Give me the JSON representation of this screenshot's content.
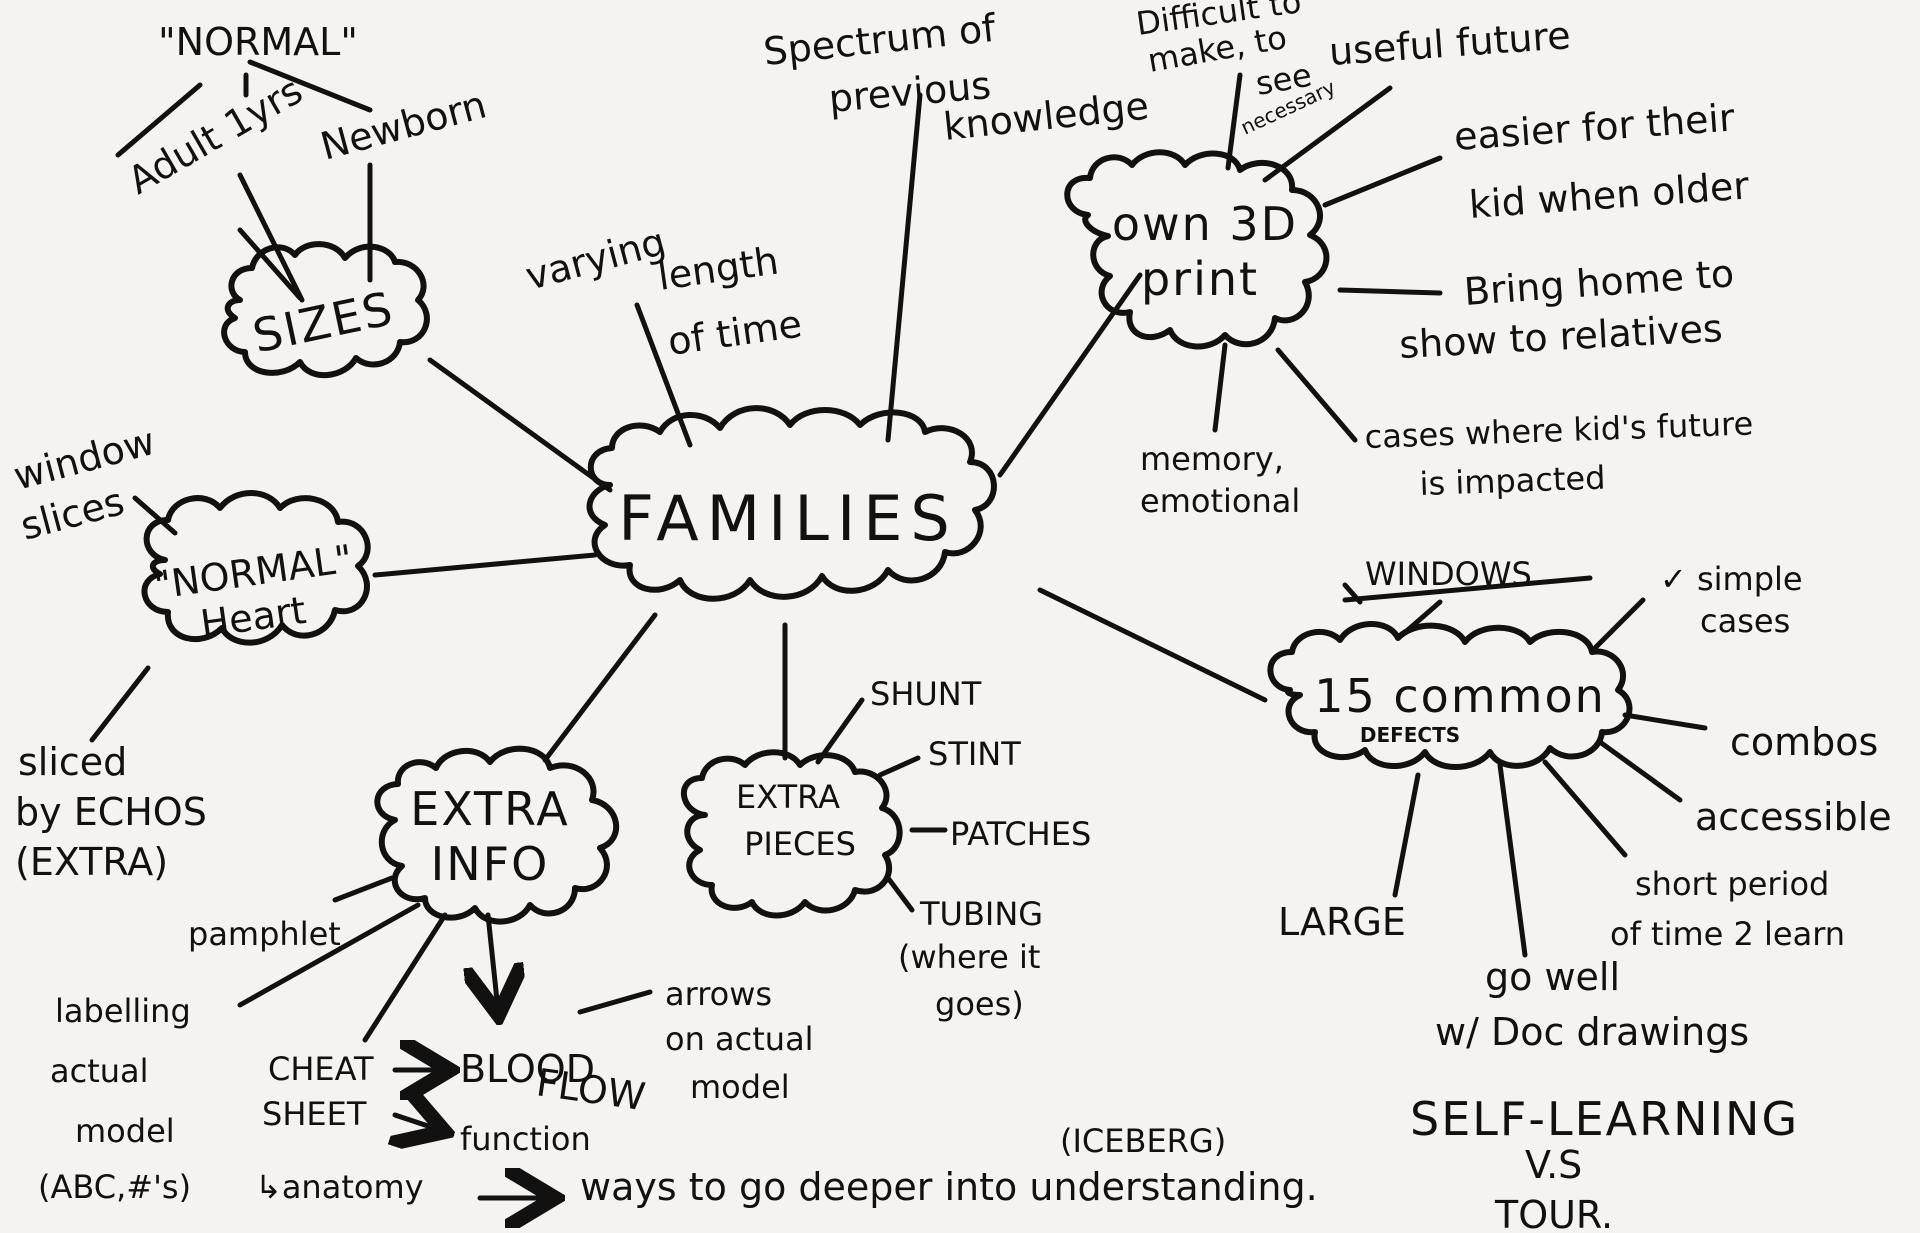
{
  "center": "FAMILIES",
  "sizes": {
    "label": "SIZES",
    "normal": "\"NORMAL\"",
    "mark": "!",
    "adult": "Adult 1yrs",
    "newborn": "Newborn"
  },
  "heart": {
    "label_line1": "\"NORMAL\"",
    "label_line2": "Heart",
    "window_slices": [
      "window",
      "slices"
    ],
    "sliced_by": [
      "sliced",
      "by ECHOS",
      "(EXTRA)"
    ]
  },
  "varying": [
    "varying",
    "length",
    "of time"
  ],
  "spectrum": [
    "Spectrum of",
    "previous",
    "knowledge"
  ],
  "own3d": {
    "label_line1": "own 3D",
    "label_line2": "print",
    "difficult": [
      "Difficult to",
      "make, to",
      "see"
    ],
    "necessary": "necessary",
    "useful": "useful future",
    "easier": [
      "easier for their",
      "kid when older"
    ],
    "bring_home": [
      "Bring home to",
      "show to relatives"
    ],
    "cases": [
      "cases where kid's future",
      "is impacted"
    ],
    "memory": [
      "memory,",
      "emotional"
    ]
  },
  "defects": {
    "label": "15 common",
    "sublabel": "DEFECTS",
    "windows": "WINDOWS",
    "simple": [
      "✓ simple",
      "cases"
    ],
    "combos": "combos",
    "accessible": "accessible",
    "short": [
      "short period",
      "of time 2 learn"
    ],
    "go_well": [
      "go well",
      "w/ Doc drawings"
    ],
    "large": "LARGE"
  },
  "extra_info": {
    "label_line1": "EXTRA",
    "label_line2": "INFO",
    "pamphlet": "pamphlet",
    "labelling": [
      "labelling",
      "actual",
      "model",
      "(ABC,#'s)"
    ],
    "cheat": [
      "CHEAT",
      "SHEET"
    ],
    "blood": "BLOOD",
    "flow": "FLOW",
    "arrows": [
      "arrows",
      "on actual",
      "model"
    ],
    "function": "function",
    "anatomy": "↳anatomy",
    "ways": "ways to go deeper into understanding.",
    "iceberg": "(ICEBERG)"
  },
  "extra_pieces": {
    "label_line1": "EXTRA",
    "label_line2": "PIECES",
    "shunt": "SHUNT",
    "stint": "STINT",
    "patches": "PATCHES",
    "tubing": [
      "TUBING",
      "(where it",
      "goes)"
    ]
  },
  "self_learning": [
    "SELF-LEARNING",
    "V.S",
    "TOUR."
  ]
}
